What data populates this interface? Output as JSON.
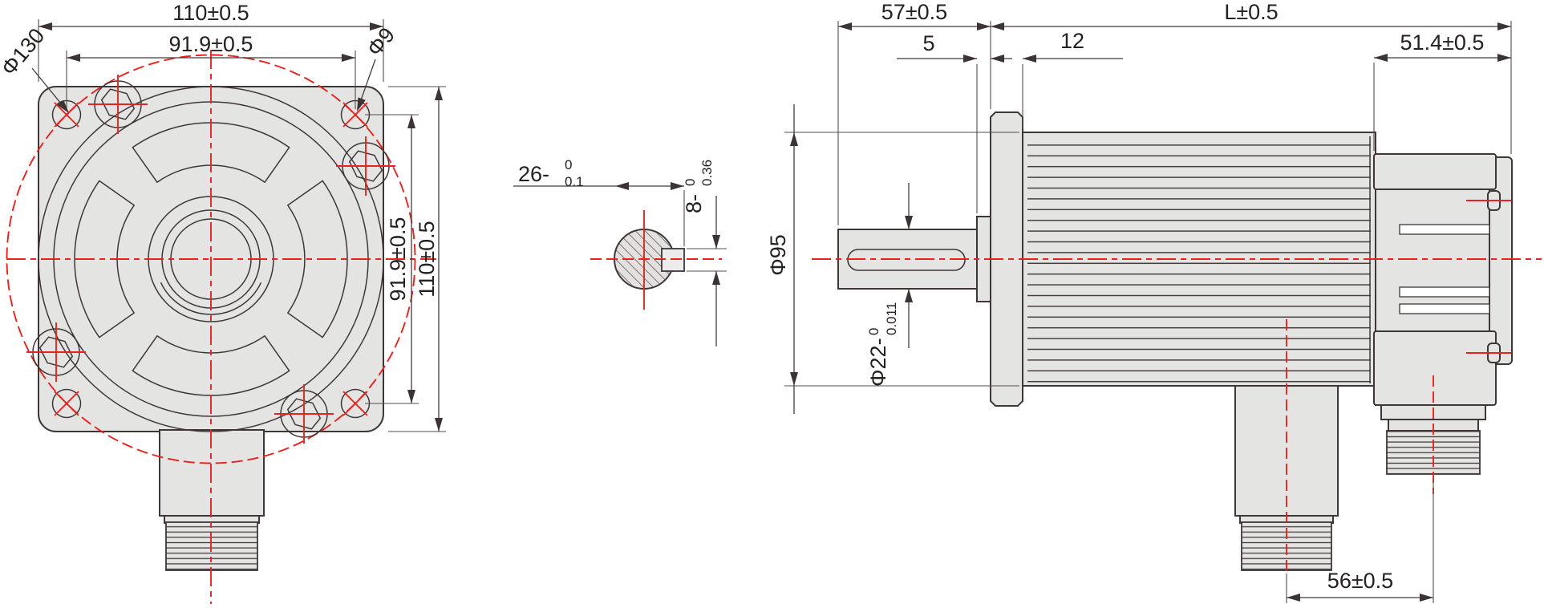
{
  "front_view": {
    "dim_width_top": "110±0.5",
    "dim_bolt_spacing_top": "91.9±0.5",
    "dim_bolt_circle_dia": "Φ130",
    "dim_mount_hole_dia": "Φ9",
    "dim_bolt_spacing_right": "91.9±0.5",
    "dim_height_right": "110±0.5"
  },
  "shaft_section": {
    "dim_key_height": {
      "main": "26-",
      "tol_upper": "0",
      "tol_lower": "0.1"
    },
    "dim_key_width": {
      "main": "8-",
      "tol_upper": "0",
      "tol_lower": "0.36"
    }
  },
  "side_view": {
    "dim_shaft_length": "57±0.5",
    "dim_total_length": "L±0.5",
    "dim_flange_thickness": "12",
    "dim_spigot_depth": "5",
    "dim_rear_section_length": "51.4±0.5",
    "dim_body_diameter": "Φ95",
    "dim_shaft_diameter": {
      "main": "Φ22-",
      "tol_upper": "0",
      "tol_lower": "0.011"
    },
    "dim_connector_spacing": "56±0.5"
  },
  "colors": {
    "centerline": "#e8231f",
    "line": "#3f3737",
    "fill": "#e4e4e3"
  }
}
